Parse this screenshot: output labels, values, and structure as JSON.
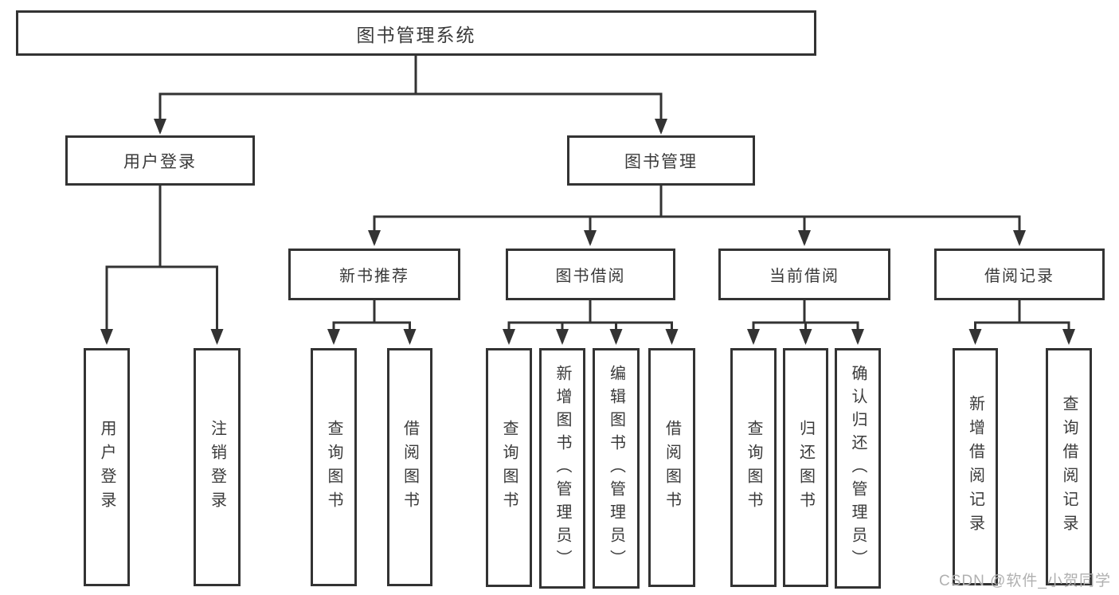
{
  "colors": {
    "line": "#333333",
    "text": "#3a3a3a",
    "watermark": "#b0b0b0",
    "background": "#ffffff"
  },
  "nodes": {
    "root": "图书管理系统",
    "user_login": "用户登录",
    "book_mgmt": "图书管理",
    "new_book_rec": "新书推荐",
    "book_borrow": "图书借阅",
    "current_borrow": "当前借阅",
    "borrow_record": "借阅记录",
    "leaf_user_login": "用户登录",
    "leaf_logout": "注销登录",
    "leaf_query_book_1": "查询图书",
    "leaf_borrow_book_1": "借阅图书",
    "leaf_query_book_2": "查询图书",
    "leaf_add_book": "新增图书（管理员）",
    "leaf_edit_book": "编辑图书（管理员）",
    "leaf_borrow_book_2": "借阅图书",
    "leaf_query_book_3": "查询图书",
    "leaf_return_book": "归还图书",
    "leaf_confirm_return": "确认归还（管理员）",
    "leaf_add_record": "新增借阅记录",
    "leaf_query_record": "查询借阅记录"
  },
  "hierarchy": {
    "图书管理系统": {
      "用户登录": [
        "用户登录",
        "注销登录"
      ],
      "图书管理": {
        "新书推荐": [
          "查询图书",
          "借阅图书"
        ],
        "图书借阅": [
          "查询图书",
          "新增图书（管理员）",
          "编辑图书（管理员）",
          "借阅图书"
        ],
        "当前借阅": [
          "查询图书",
          "归还图书",
          "确认归还（管理员）"
        ],
        "借阅记录": [
          "新增借阅记录",
          "查询借阅记录"
        ]
      }
    }
  },
  "watermark": "CSDN @软件_小贺同学"
}
